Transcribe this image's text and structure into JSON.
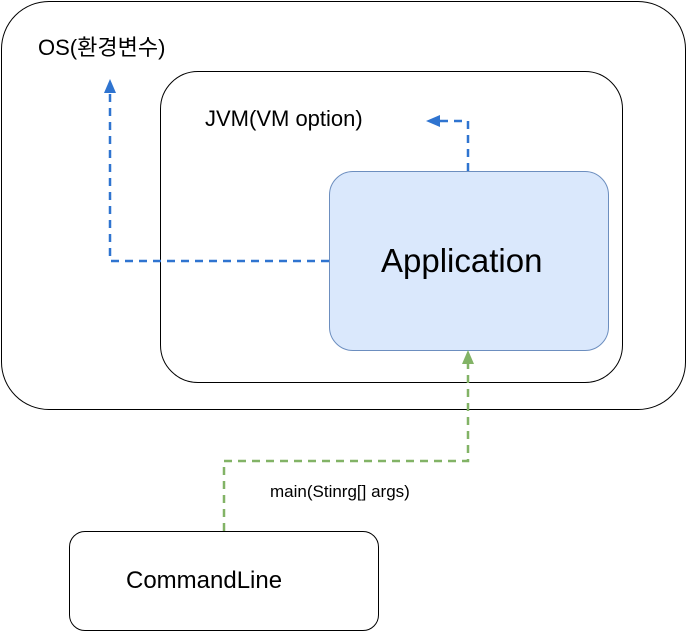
{
  "diagram": {
    "os_label": "OS(환경변수)",
    "jvm_label": "JVM(VM option)",
    "application_label": "Application",
    "commandline_label": "CommandLine",
    "args_label": "main(Stinrg[] args)"
  },
  "colors": {
    "blue_arrow": "#2f74d0",
    "green_arrow": "#82b366",
    "application_fill": "#dae8fc",
    "application_stroke": "#6c8ebf",
    "box_stroke": "#000000"
  }
}
